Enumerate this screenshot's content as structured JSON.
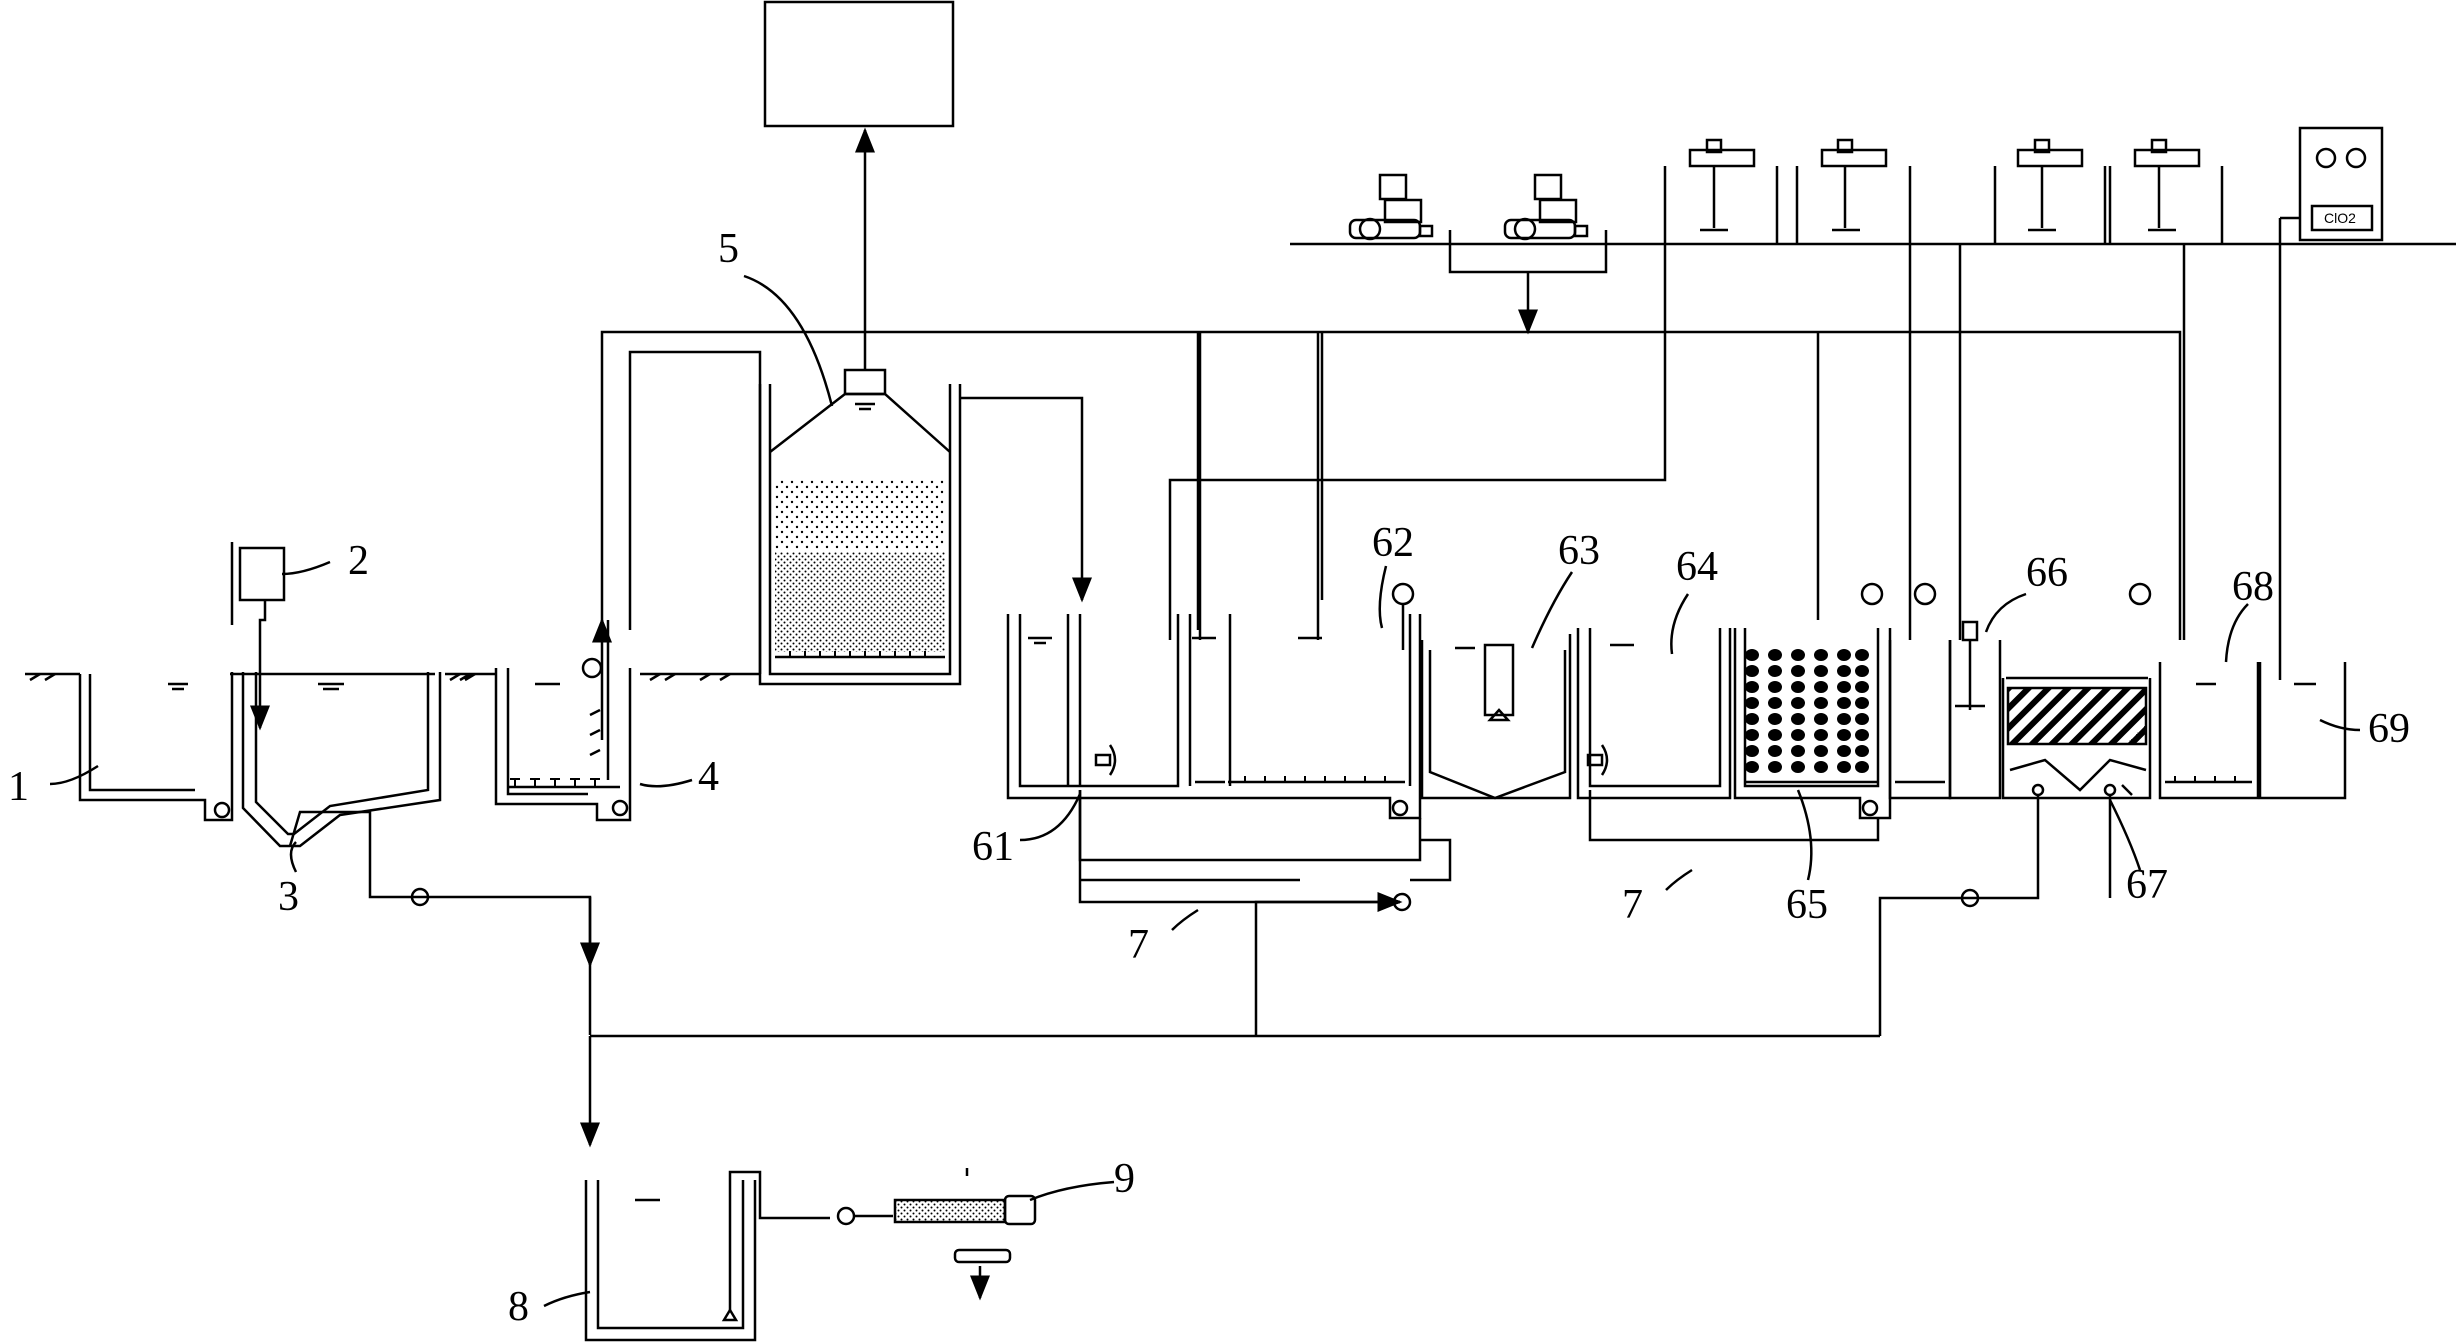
{
  "labels": {
    "l1": "1",
    "l2": "2",
    "l3": "3",
    "l4": "4",
    "l5": "5",
    "l61": "61",
    "l62": "62",
    "l63": "63",
    "l64": "64",
    "l65": "65",
    "l66": "66",
    "l67": "67",
    "l68": "68",
    "l69": "69",
    "l7a": "7",
    "l7b": "7",
    "l8": "8",
    "l9": "9"
  },
  "clo2_label": "ClO2",
  "colors": {
    "line": "#000000",
    "background": "#ffffff"
  }
}
